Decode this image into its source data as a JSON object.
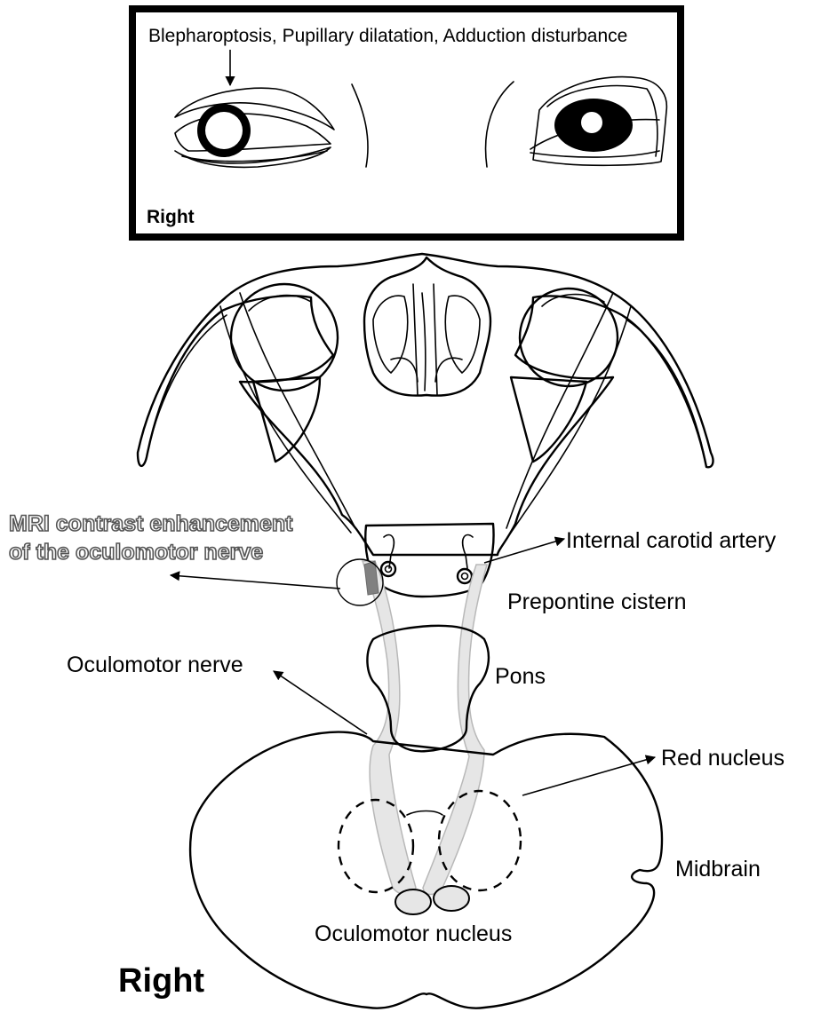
{
  "inset": {
    "symptoms_label": "Blepharoptosis, Pupillary dilatation, Adduction disturbance",
    "side_label": "Right"
  },
  "labels": {
    "mri_line1": "MRI contrast enhancement",
    "mri_line2": "of the oculomotor nerve",
    "internal_carotid_artery": "Internal carotid artery",
    "prepontine_cistern": "Prepontine cistern",
    "oculomotor_nerve": "Oculomotor nerve",
    "pons": "Pons",
    "red_nucleus": "Red nucleus",
    "midbrain": "Midbrain",
    "oculomotor_nucleus": "Oculomotor nucleus",
    "side": "Right"
  },
  "colors": {
    "stroke": "#000000",
    "nerve_fill": "#e6e6e6",
    "mri_text_outline": "#555555",
    "enhanced_nerve": "#808080"
  }
}
